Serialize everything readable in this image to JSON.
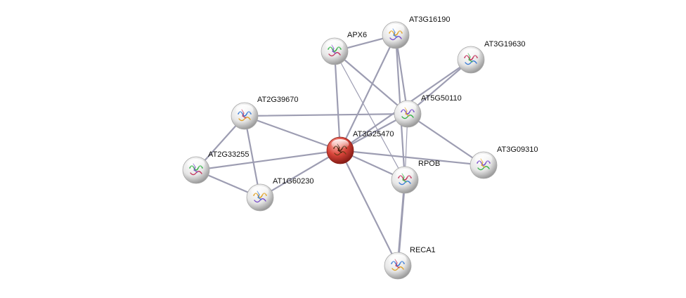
{
  "network": {
    "colors": {
      "edge": "#9d9db2",
      "node_default": "#e2e2e2",
      "node_query": "#d9453a",
      "label": "#111111"
    },
    "nodes": [
      {
        "id": "AT3G25470",
        "label": "AT3G25470",
        "query": true,
        "icon": "protein-structure-icon"
      },
      {
        "id": "APX6",
        "label": "APX6",
        "query": false,
        "icon": "protein-structure-icon"
      },
      {
        "id": "AT3G16190",
        "label": "AT3G16190",
        "query": false,
        "icon": "protein-structure-icon"
      },
      {
        "id": "AT3G19630",
        "label": "AT3G19630",
        "query": false,
        "icon": "protein-structure-icon"
      },
      {
        "id": "AT5G50110",
        "label": "AT5G50110",
        "query": false,
        "icon": "protein-structure-icon"
      },
      {
        "id": "AT2G39670",
        "label": "AT2G39670",
        "query": false,
        "icon": "protein-structure-icon"
      },
      {
        "id": "AT2G33255",
        "label": "AT2G33255",
        "query": false,
        "icon": "protein-structure-icon"
      },
      {
        "id": "AT1G60230",
        "label": "AT1G60230",
        "query": false,
        "icon": "protein-structure-icon"
      },
      {
        "id": "RPOB",
        "label": "RPOB",
        "query": false,
        "icon": "protein-structure-icon"
      },
      {
        "id": "AT3G09310",
        "label": "AT3G09310",
        "query": false,
        "icon": "protein-structure-icon"
      },
      {
        "id": "RECA1",
        "label": "RECA1",
        "query": false,
        "icon": "protein-structure-icon"
      }
    ],
    "edges": [
      [
        "AT3G25470",
        "APX6"
      ],
      [
        "AT3G25470",
        "AT3G16190"
      ],
      [
        "AT3G25470",
        "AT5G50110"
      ],
      [
        "AT3G25470",
        "AT2G39670"
      ],
      [
        "AT3G25470",
        "AT2G33255"
      ],
      [
        "AT3G25470",
        "AT1G60230"
      ],
      [
        "AT3G25470",
        "RPOB"
      ],
      [
        "AT3G25470",
        "AT3G09310"
      ],
      [
        "AT3G25470",
        "RECA1"
      ],
      [
        "AT3G25470",
        "AT3G19630"
      ],
      [
        "APX6",
        "AT3G16190"
      ],
      [
        "APX6",
        "AT5G50110"
      ],
      [
        "APX6",
        "RPOB"
      ],
      [
        "AT3G16190",
        "AT5G50110"
      ],
      [
        "AT3G16190",
        "RPOB"
      ],
      [
        "AT3G19630",
        "AT5G50110"
      ],
      [
        "AT5G50110",
        "AT2G39670"
      ],
      [
        "AT5G50110",
        "RPOB"
      ],
      [
        "AT5G50110",
        "AT3G09310"
      ],
      [
        "AT2G39670",
        "AT2G33255"
      ],
      [
        "AT2G39670",
        "AT1G60230"
      ],
      [
        "AT2G33255",
        "AT1G60230"
      ],
      [
        "RPOB",
        "RECA1"
      ]
    ]
  }
}
